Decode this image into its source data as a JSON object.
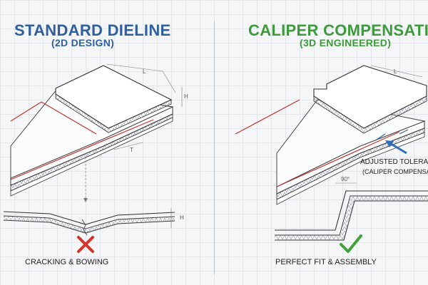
{
  "left_panel": {
    "title": "STANDARD DIELINE",
    "subtitle": "(2D DESIGN)",
    "caption": "CRACKING & BOWING",
    "dimension_labels": [
      "L",
      "H",
      "T",
      "H"
    ]
  },
  "right_panel": {
    "title": "CALIPER COMPENSATION",
    "subtitle": "(3D ENGINEERED)",
    "caption": "PERFECT FIT & ASSEMBLY",
    "tolerance_label": "ADJUSTED TOLERANCE",
    "tolerance_sublabel": "(CALIPER COMPENSATION)",
    "angle_label": "90°",
    "dimension_labels": [
      "L"
    ]
  },
  "colors": {
    "left_title": "#2f5f9e",
    "right_title": "#3e9a3a",
    "fail_icon": "#d6322b",
    "pass_icon": "#3fa33a",
    "score_line": "#c8302a"
  },
  "icons": {
    "fail": "cross-icon",
    "pass": "check-icon",
    "tolerance": "arrow-icon"
  }
}
